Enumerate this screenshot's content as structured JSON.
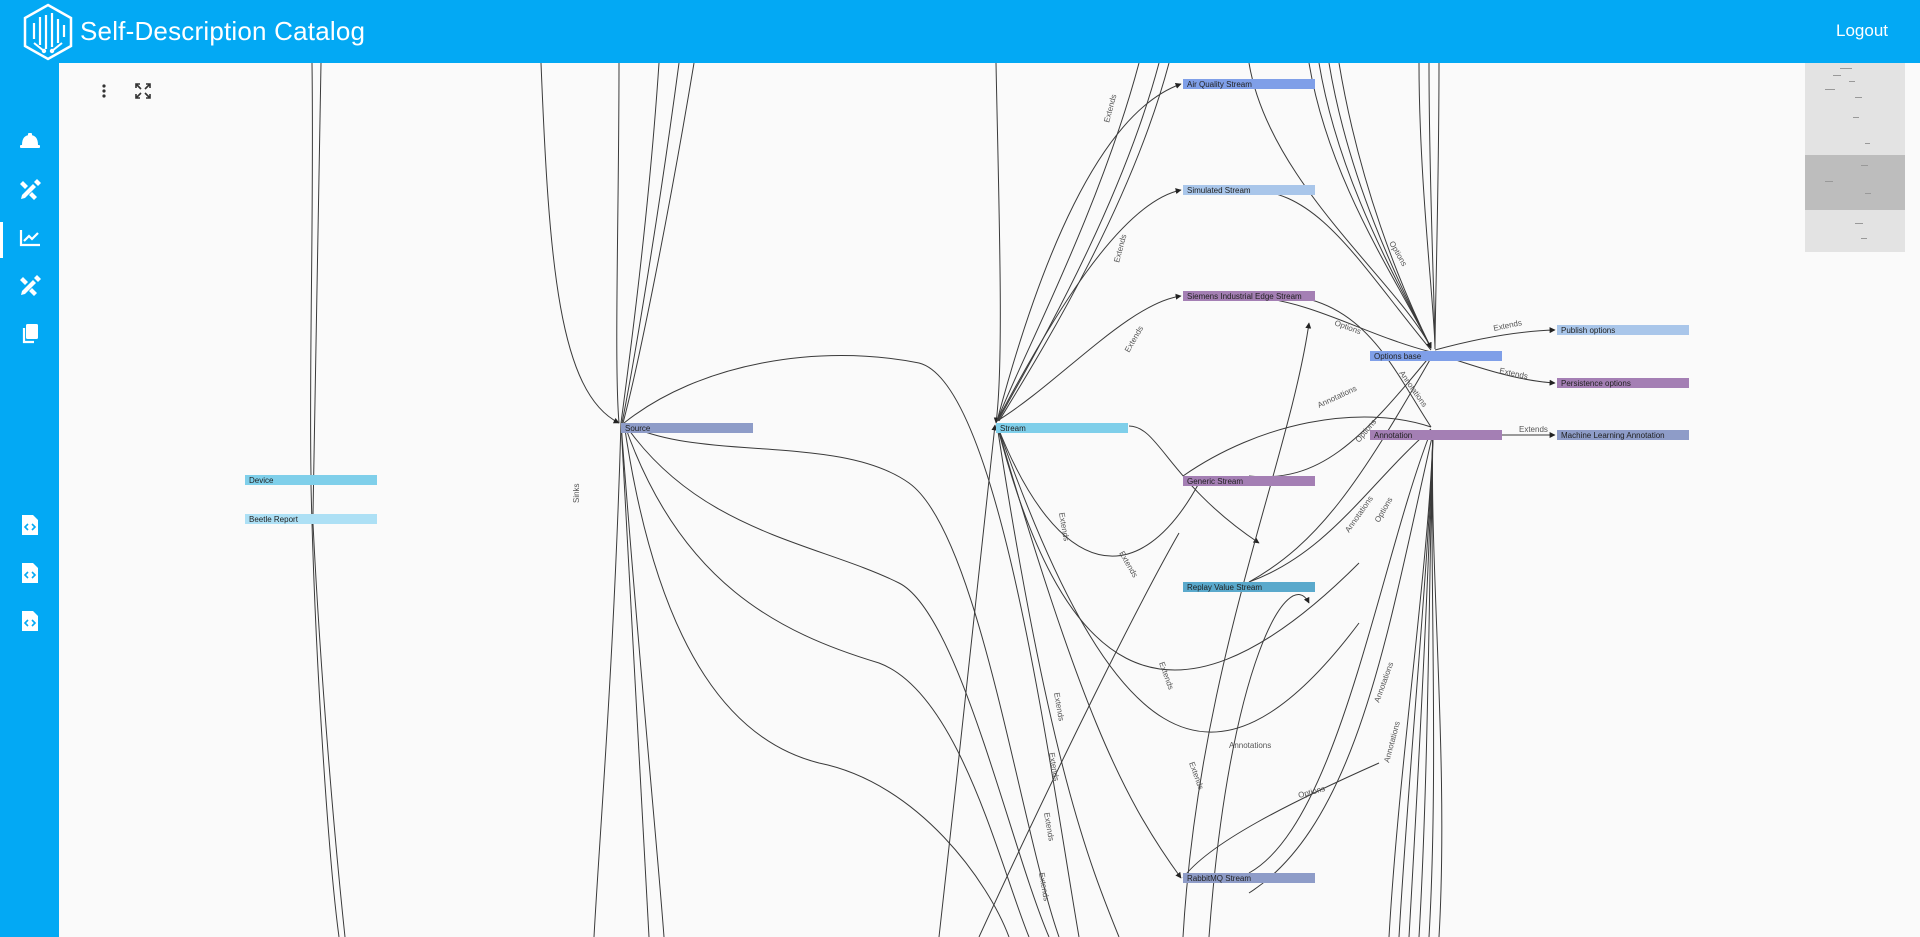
{
  "header": {
    "title": "Self-Description Catalog",
    "logout_label": "Logout",
    "background_color": "#03a9f4"
  },
  "sidebar": {
    "items": [
      {
        "icon": "hard-hat-icon",
        "active": false
      },
      {
        "icon": "pencil-ruler-icon",
        "active": false
      },
      {
        "icon": "chart-line-icon",
        "active": true
      },
      {
        "icon": "pencil-ruler-icon",
        "active": false
      },
      {
        "icon": "copy-icon",
        "active": false
      },
      {
        "icon": "file-code-icon",
        "active": false
      },
      {
        "icon": "file-code-icon",
        "active": false
      },
      {
        "icon": "file-code-icon",
        "active": false
      }
    ]
  },
  "toolbar": {
    "menu_icon": "vertical-dots-icon",
    "fit_icon": "expand-arrows-icon"
  },
  "graph": {
    "nodes": [
      {
        "id": "device",
        "label": "Device",
        "color": "#7fcfea"
      },
      {
        "id": "beetle",
        "label": "Beetle Report",
        "color": "#ade0f5"
      },
      {
        "id": "source",
        "label": "Source",
        "color": "#8e9cc8"
      },
      {
        "id": "stream",
        "label": "Stream",
        "color": "#7fcfea"
      },
      {
        "id": "airq",
        "label": "Air Quality Stream",
        "color": "#7f9fe8"
      },
      {
        "id": "sim",
        "label": "Simulated Stream",
        "color": "#a9c6ea"
      },
      {
        "id": "siemens",
        "label": "Siemens Industrial Edge Stream",
        "color": "#a47fb4"
      },
      {
        "id": "generic",
        "label": "Generic Stream",
        "color": "#a47fb4"
      },
      {
        "id": "replay",
        "label": "Replay Value Stream",
        "color": "#5aa9cc"
      },
      {
        "id": "rabbit",
        "label": "RabbitMQ Stream",
        "color": "#8e9cc8"
      },
      {
        "id": "optbase",
        "label": "Options base",
        "color": "#7f9fe8"
      },
      {
        "id": "annotation",
        "label": "Annotation",
        "color": "#a47fb4"
      },
      {
        "id": "publish",
        "label": "Publish options",
        "color": "#a9c6ea"
      },
      {
        "id": "persist",
        "label": "Persistence options",
        "color": "#a47fb4"
      },
      {
        "id": "mlann",
        "label": "Machine Learning Annotation",
        "color": "#8e9cc8"
      }
    ],
    "edge_labels": {
      "extends": "Extends",
      "options": "Options",
      "annotations": "Annotations",
      "sinks": "Sinks"
    }
  }
}
